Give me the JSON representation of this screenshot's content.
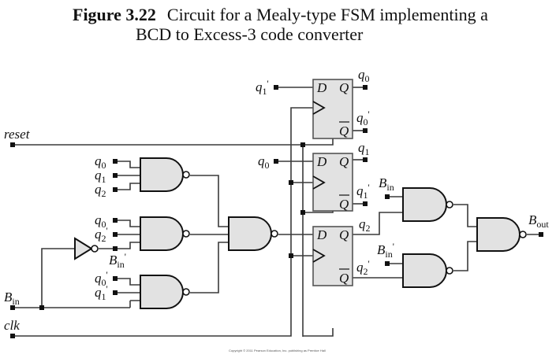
{
  "caption": {
    "figure_number": "Figure 3.22",
    "line1": "Circuit for a Mealy-type FSM implementing a",
    "line2": "BCD to Excess-3  code converter"
  },
  "inputs": {
    "reset": "reset",
    "clk": "clk",
    "bin": "B",
    "bin_sub": "in"
  },
  "gate_inputs": {
    "g1": [
      {
        "base": "q",
        "sub": "0",
        "prime": ""
      },
      {
        "base": "q",
        "sub": "1",
        "prime": ""
      },
      {
        "base": "q",
        "sub": "2",
        "prime": ""
      }
    ],
    "g2": [
      {
        "base": "q",
        "sub": "0",
        "prime": ""
      },
      {
        "base": "q",
        "sub": "2",
        "prime": "'"
      }
    ],
    "g2_bin_label": {
      "base": "B",
      "sub": "in",
      "prime": "'"
    },
    "g3": [
      {
        "base": "q",
        "sub": "0",
        "prime": "'"
      },
      {
        "base": "q",
        "sub": "1",
        "prime": "'"
      }
    ]
  },
  "flipflops": [
    {
      "d_label": "D",
      "q_label": "Q",
      "qbar_label": "Q",
      "d_input": {
        "base": "q",
        "sub": "1",
        "prime": "'"
      },
      "q_out": {
        "base": "q",
        "sub": "0",
        "prime": ""
      },
      "qbar_out": {
        "base": "q",
        "sub": "0",
        "prime": "'"
      }
    },
    {
      "d_label": "D",
      "q_label": "Q",
      "qbar_label": "Q",
      "d_input": {
        "base": "q",
        "sub": "0",
        "prime": ""
      },
      "q_out": {
        "base": "q",
        "sub": "1",
        "prime": ""
      },
      "qbar_out": {
        "base": "q",
        "sub": "1",
        "prime": "'"
      }
    },
    {
      "d_label": "D",
      "q_label": "Q",
      "qbar_label": "Q",
      "q_out": {
        "base": "q",
        "sub": "2",
        "prime": ""
      },
      "qbar_out": {
        "base": "q",
        "sub": "2",
        "prime": "'"
      }
    }
  ],
  "output_logic": {
    "upper_input": {
      "base": "B",
      "sub": "in",
      "prime": ""
    },
    "lower_input": {
      "base": "B",
      "sub": "in",
      "prime": "'"
    },
    "output": {
      "base": "B",
      "sub": "out",
      "prime": ""
    }
  },
  "copyright": "Copyright © 2011 Pearson Education, Inc. publishing as Prentice Hall"
}
